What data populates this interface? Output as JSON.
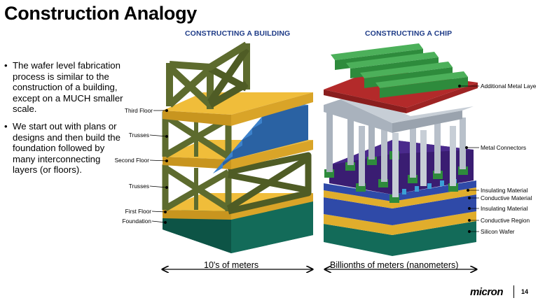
{
  "title": "Construction Analogy",
  "bullets": [
    "The wafer level fabrication process is similar to the construction of a building, except on a MUCH smaller scale.",
    "We start out with plans or designs and then build the foundation followed by many interconnecting layers (or floors)."
  ],
  "building": {
    "heading": "CONSTRUCTING A BUILDING",
    "labels": {
      "third_floor": "Third Floor",
      "trusses_upper": "Trusses",
      "second_floor": "Second Floor",
      "trusses_lower": "Trusses",
      "first_floor": "First Floor",
      "foundation": "Foundation"
    },
    "scale": "10's of meters"
  },
  "chip": {
    "heading": "CONSTRUCTING A CHIP",
    "labels": {
      "additional_metal": "Additional Metal Laye",
      "metal_connectors": "Metal Connectors",
      "insulating_1": "Insulating Material",
      "conductive_material": "Conductive Material",
      "insulating_2": "Insulating Material",
      "conductive_region": "Conductive Region",
      "silicon_wafer": "Silicon Wafer"
    },
    "scale": "Billionths of meters (nanometers)"
  },
  "footer": {
    "brand": "micron",
    "page": "14"
  },
  "colors": {
    "truss": "#5d6b2e",
    "floor": "#e0ad2c",
    "foundation": "#157060",
    "stairs": "#2f6fb5",
    "chip_metal_top": "#2e8b3c",
    "chip_red": "#b32a2a",
    "chip_grey": "#a9b2bd",
    "chip_blue": "#2f4aa8",
    "chip_purple": "#3a1d72"
  }
}
